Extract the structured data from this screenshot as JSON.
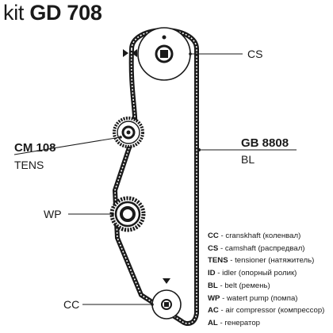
{
  "header": {
    "kit": "kit",
    "code": "GD 708"
  },
  "labels": {
    "cs": "CS",
    "gb_code": "GB 8808",
    "bl": "BL",
    "cm_code": "CM 108",
    "tens": "TENS",
    "wp": "WP",
    "cc": "CC"
  },
  "legend": [
    {
      "code": "CC",
      "desc": "- cranskhaft (коленвал)"
    },
    {
      "code": "CS",
      "desc": "- camshaft (распредвал)"
    },
    {
      "code": "TENS",
      "desc": "- tensioner (натяжитель)"
    },
    {
      "code": "ID",
      "desc": "- idler (опорный ролик)"
    },
    {
      "code": "BL",
      "desc": "- belt (ремень)"
    },
    {
      "code": "WP",
      "desc": "- watert pump (помпа)"
    },
    {
      "code": "AC",
      "desc": "- air compressor (компрессор)"
    },
    {
      "code": "AL",
      "desc": "- генератор"
    }
  ],
  "colors": {
    "ink": "#1a1a1a",
    "background": "#ffffff"
  },
  "icons": [
    "direction-arrow-icon",
    "timing-mark-icon"
  ]
}
